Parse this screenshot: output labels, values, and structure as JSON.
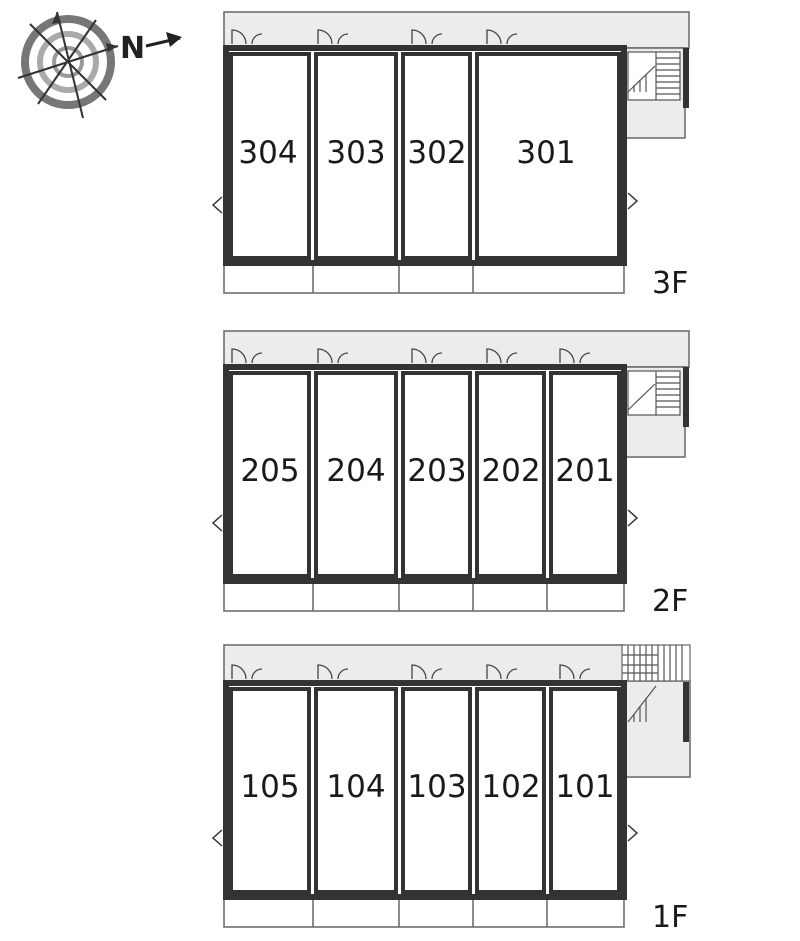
{
  "compass": {
    "north_label": "N",
    "icon": "compass-rose-icon"
  },
  "colors": {
    "wall": "#333333",
    "corridor": "#ececec",
    "line": "#555555",
    "unit_fill": "#ffffff"
  },
  "floors": [
    {
      "id": "3F",
      "label": "3F",
      "units": [
        "304",
        "303",
        "302",
        "301"
      ]
    },
    {
      "id": "2F",
      "label": "2F",
      "units": [
        "205",
        "204",
        "203",
        "202",
        "201"
      ]
    },
    {
      "id": "1F",
      "label": "1F",
      "units": [
        "105",
        "104",
        "103",
        "102",
        "101"
      ]
    }
  ]
}
